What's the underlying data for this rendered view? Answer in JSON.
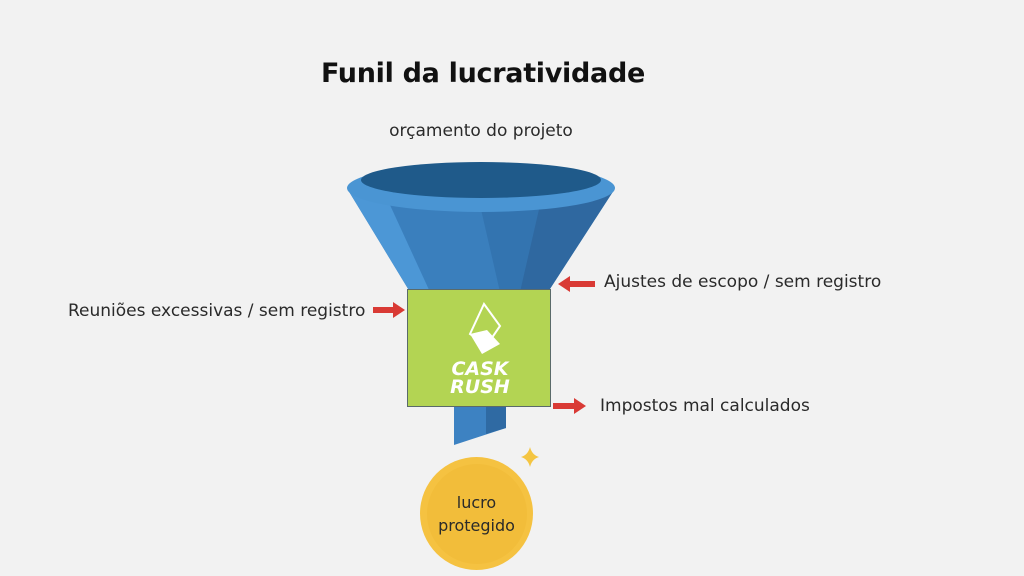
{
  "title": "Funil da lucratividade",
  "funnel": {
    "input_label": "orçamento do projeto",
    "output_label": [
      "lucro",
      "protegido"
    ],
    "filter_logo": {
      "line1": "CASK",
      "line2": "RUSH",
      "icon": "cube-cup-icon"
    }
  },
  "leaks": [
    {
      "label": "Ajustes de escopo / sem registro",
      "side": "right",
      "arrow": "left-arrow-icon"
    },
    {
      "label": "Reuniões excessivas / sem registro",
      "side": "left",
      "arrow": "right-arrow-icon"
    },
    {
      "label": "Impostos mal calculados",
      "side": "right",
      "arrow": "right-arrow-icon"
    }
  ],
  "colors": {
    "background": "#f2f2f2",
    "funnel_blue": "#3f86c6",
    "funnel_dark": "#1f5a8a",
    "filter_green": "#b3d453",
    "arrow_red": "#d93a35",
    "coin_gold": "#f2bd3a"
  }
}
